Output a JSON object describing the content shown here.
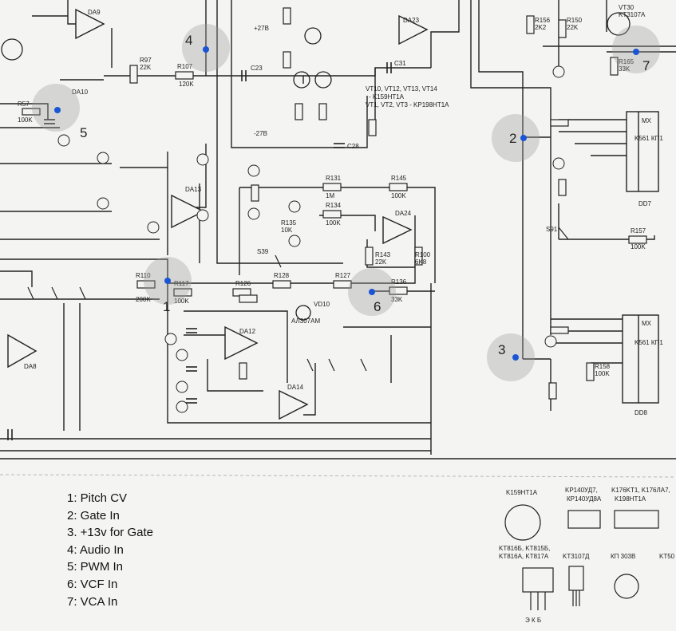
{
  "legend": {
    "items": [
      "1: Pitch CV",
      "2: Gate In",
      "3. +13v for Gate",
      "4: Audio In",
      "5: PWM In",
      "6: VCF In",
      "7: VCA In"
    ]
  },
  "markers": [
    {
      "label": "1",
      "color": "#1a55d6"
    },
    {
      "label": "2",
      "color": "#1a55d6"
    },
    {
      "label": "3",
      "color": "#1a55d6"
    },
    {
      "label": "4",
      "color": "#1a55d6"
    },
    {
      "label": "5",
      "color": "#1a55d6"
    },
    {
      "label": "6",
      "color": "#1a55d6"
    },
    {
      "label": "7",
      "color": "#1a55d6"
    }
  ],
  "ics": {
    "da9": "DA9",
    "da10": "DA10",
    "da12": "DA12",
    "da13": "DA13",
    "da14": "DA14",
    "da23": "DA23",
    "da24": "DA24",
    "da8": "DA8",
    "dd7": "DD7",
    "dd8": "DD8",
    "mx": "MX",
    "k561kp1": "K561 КП1"
  },
  "components": {
    "r107": "R107",
    "r107v": "120K",
    "r97": "R97",
    "r97v": "22K",
    "r57": "R57",
    "r57v": "100K",
    "r131": "R131",
    "r131v": "1M",
    "r145": "R145",
    "r145v": "100K",
    "r134": "R134",
    "r134v": "100K",
    "r135": "R135",
    "r135v": "10K",
    "r136": "R136",
    "r136v": "33K",
    "r143": "R143",
    "r143v": "22K",
    "r100": "R100",
    "r100v": "6K8",
    "r117": "R117",
    "r117v": "100K",
    "r110": "R110",
    "r110v": "200K",
    "r126": "R126",
    "r128": "R128",
    "r127": "R127",
    "r157": "R157",
    "r157v": "100K",
    "r158": "R158",
    "r158v": "100K",
    "r165": "R165",
    "r165v": "33K",
    "r150": "R150",
    "r150v": "22K",
    "r156": "R156",
    "r156v": "2K2",
    "vt30": "VT30",
    "vt30v": "KT3107A",
    "s91": "S91",
    "s39": "S39",
    "vd10": "VD10",
    "vd10v": "АЛ307АМ",
    "c23": "C23",
    "c28": "C28",
    "c31": "C31",
    "vtnote1": "VT10, VT12, VT13, VT14",
    "vtnote2": "- K159HT1A",
    "vtnote3": "VT1, VT2, VT3 - KP198HT1A",
    "p27": "+27B",
    "m27": "-27B"
  },
  "pinouts": {
    "k159": "K159HT1A",
    "kr140": "KP140УД7,",
    "kr140b": "КР140УД8А",
    "k176": "K176KT1, K176ЛА7,",
    "k176b": "K198HT1A",
    "kt816": "KT816Б, KT815Б,",
    "kt816b": "KT816A, KT817A",
    "kt3107": "KT3107Д",
    "kp303": "КП 303В",
    "kt50": "KT50",
    "ekb": "Э К Б"
  }
}
